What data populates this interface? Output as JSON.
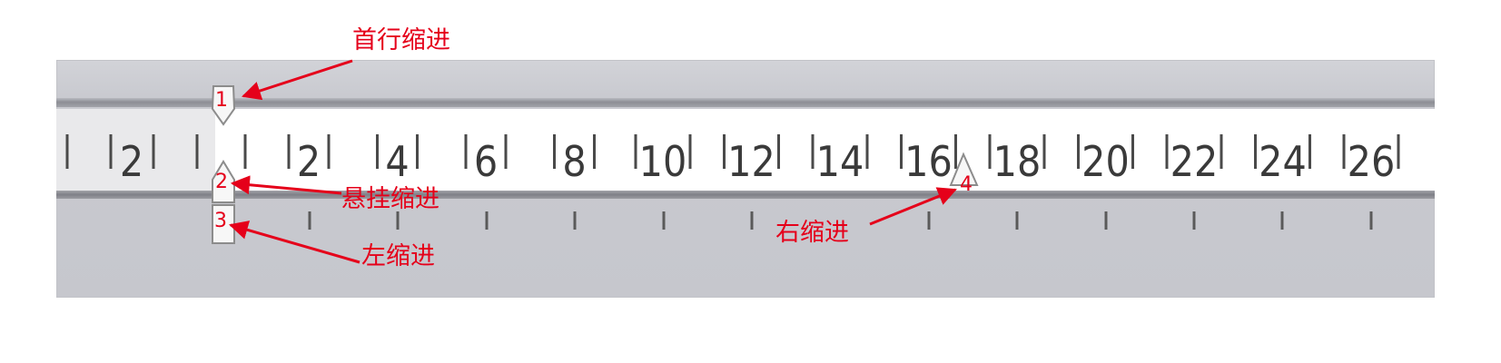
{
  "ruler": {
    "left_margin_labels": [
      "2"
    ],
    "tick_labels": [
      "2",
      "4",
      "6",
      "8",
      "10",
      "12",
      "14",
      "16",
      "18",
      "20",
      "22",
      "24",
      "26"
    ]
  },
  "markers": [
    {
      "id": "first-line-indent",
      "number": "1",
      "label": "首行缩进"
    },
    {
      "id": "hanging-indent",
      "number": "2",
      "label": "悬挂缩进"
    },
    {
      "id": "left-indent",
      "number": "3",
      "label": "左缩进"
    },
    {
      "id": "right-indent",
      "number": "4",
      "label": "右缩进"
    }
  ],
  "colors": {
    "annotation": "#e5001a",
    "ruler_background": "#c9cad0"
  }
}
